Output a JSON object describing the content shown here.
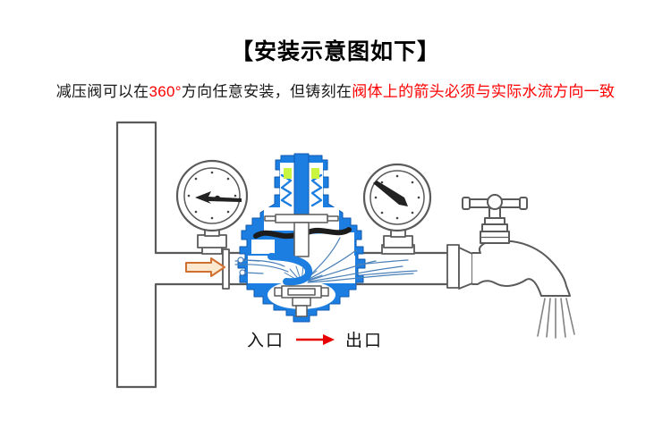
{
  "header": {
    "title": "【安装示意图如下】",
    "note": {
      "part1_black": "减压阀可以在",
      "part2_red": "360°",
      "part3_black": "方向任意安装，但铸刻在",
      "part4_red": "阀体上的箭头必须与实际水流方向一致"
    }
  },
  "diagram": {
    "inlet_label": "入口",
    "outlet_label": "出口",
    "icons": {
      "inlet_gauge": "pressure-gauge-icon",
      "outlet_gauge": "pressure-gauge-icon",
      "valve": "pressure-reducing-valve-icon",
      "faucet": "faucet-icon",
      "inlet_arrow": "right-arrow-icon",
      "flow_arrow": "red-right-arrow-icon"
    },
    "colors": {
      "valve_blue": "#1b7ee0",
      "valve_blue_dark": "#0f5ab0",
      "spring_highlight_green": "#c9f440",
      "flow_line_blue": "#4a80b8",
      "outline_gray": "#5a5a5a",
      "diaphragm_black": "#1c1c1c",
      "inlet_arrow_orange": "#cf7030",
      "note_red": "#fe0000",
      "arrow_red": "#e60000"
    }
  }
}
